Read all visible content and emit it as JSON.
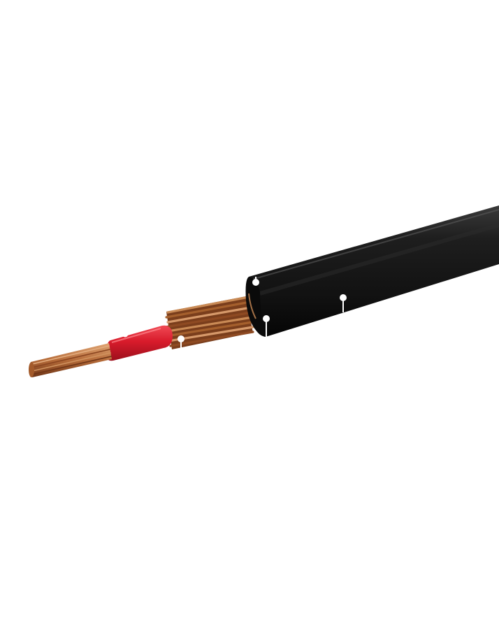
{
  "image": {
    "subject": "cable-cross-section",
    "background_color": "#ffffff",
    "colors": {
      "outer_sheath": "#161616",
      "sheath_highlight": "#3a3a3a",
      "inner_insulation": "#d81b2b",
      "copper_light": "#c98a55",
      "copper_dark": "#7a3e1c",
      "marker": "#ffffff"
    },
    "callout_markers": [
      {
        "name": "outer-sheath-marker",
        "label": ""
      },
      {
        "name": "armour-filler-marker",
        "label": ""
      },
      {
        "name": "inner-conductor-marker",
        "label": ""
      },
      {
        "name": "insulation-marker",
        "label": ""
      },
      {
        "name": "outer-strands-marker",
        "label": ""
      }
    ]
  }
}
